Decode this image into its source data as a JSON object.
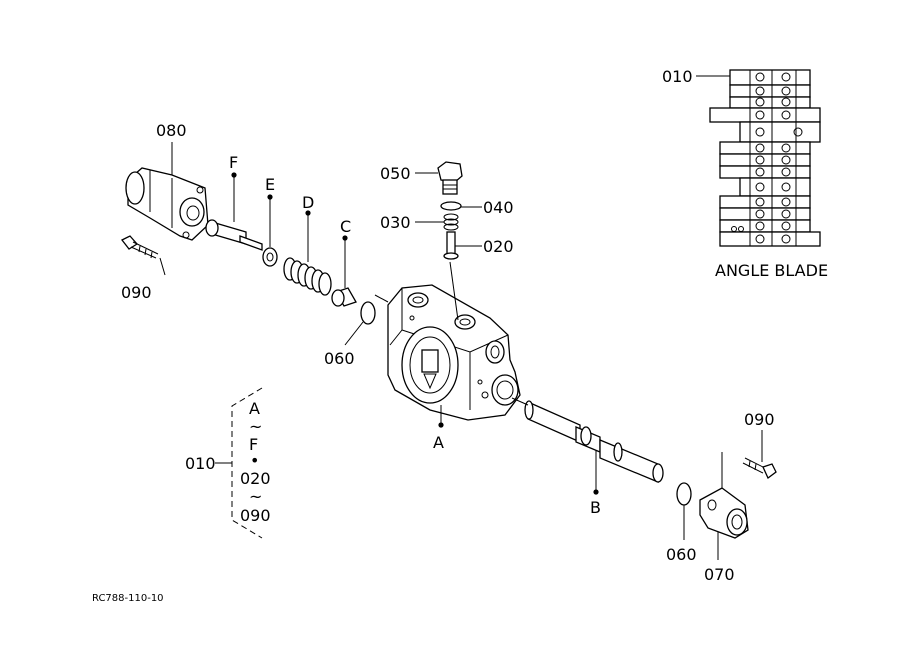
{
  "labels": {
    "p080": "080",
    "p090_left": "090",
    "p050": "050",
    "p040": "040",
    "p030": "030",
    "p020": "020",
    "p060_left": "060",
    "p090_right": "090",
    "p060_right": "060",
    "p070": "070",
    "p010_top": "010",
    "p010_left": "010",
    "A": "A",
    "B": "B",
    "C": "C",
    "D": "D",
    "E": "E",
    "F": "F"
  },
  "range_note": {
    "from": "A",
    "tilde1": "~",
    "to": "F",
    "dot": "•",
    "from2": "020",
    "tilde2": "~",
    "to2": "090"
  },
  "angle_blade": "ANGLE BLADE",
  "drawing_code": "RC788-110-10"
}
